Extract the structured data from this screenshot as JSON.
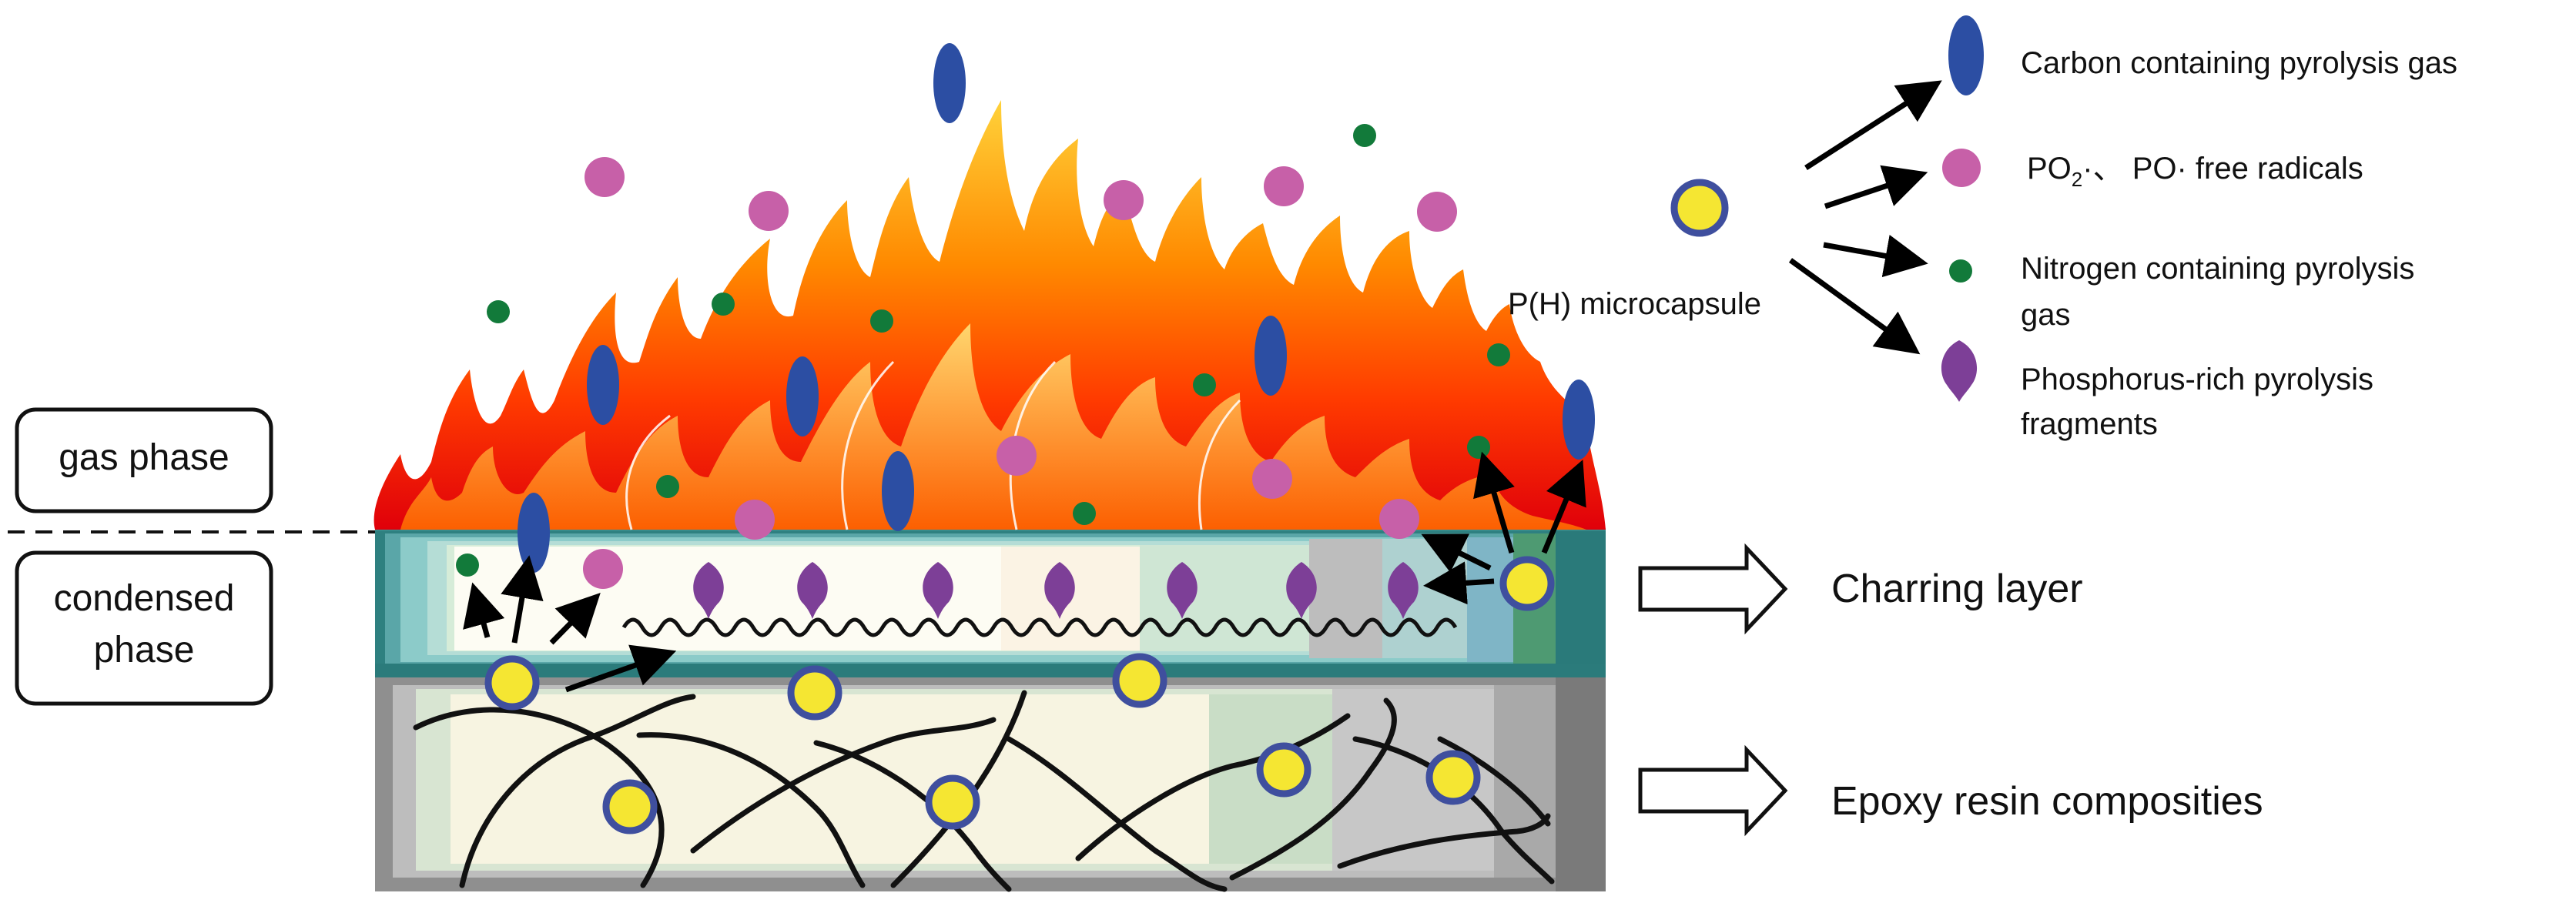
{
  "phases": {
    "gas": "gas phase",
    "condensed_line1": "condensed",
    "condensed_line2": "phase"
  },
  "microcapsule_label": "P(H) microcapsule",
  "legend": {
    "carbon": "Carbon containing pyrolysis gas",
    "po_prefix": "PO",
    "po_sub": "2",
    "po_rest": "·、 PO· free radicals",
    "nitrogen_line1": "Nitrogen containing pyrolysis",
    "nitrogen_line2": "gas",
    "phosphorus_line1": "Phosphorus-rich pyrolysis",
    "phosphorus_line2": "fragments"
  },
  "layers": {
    "charring": "Charring layer",
    "epoxy": "Epoxy resin composities"
  },
  "colors": {
    "carbon_gas": "#2c4ea3",
    "radical": "#c760a8",
    "nitrogen_gas": "#127a3a",
    "phosphorus_fragment": "#7d3f97",
    "microcapsule_fill": "#f5e632",
    "microcapsule_ring": "#3f4f9e",
    "char_layer": "#2d7f7f",
    "epoxy_layer": "#8e8e8e"
  }
}
